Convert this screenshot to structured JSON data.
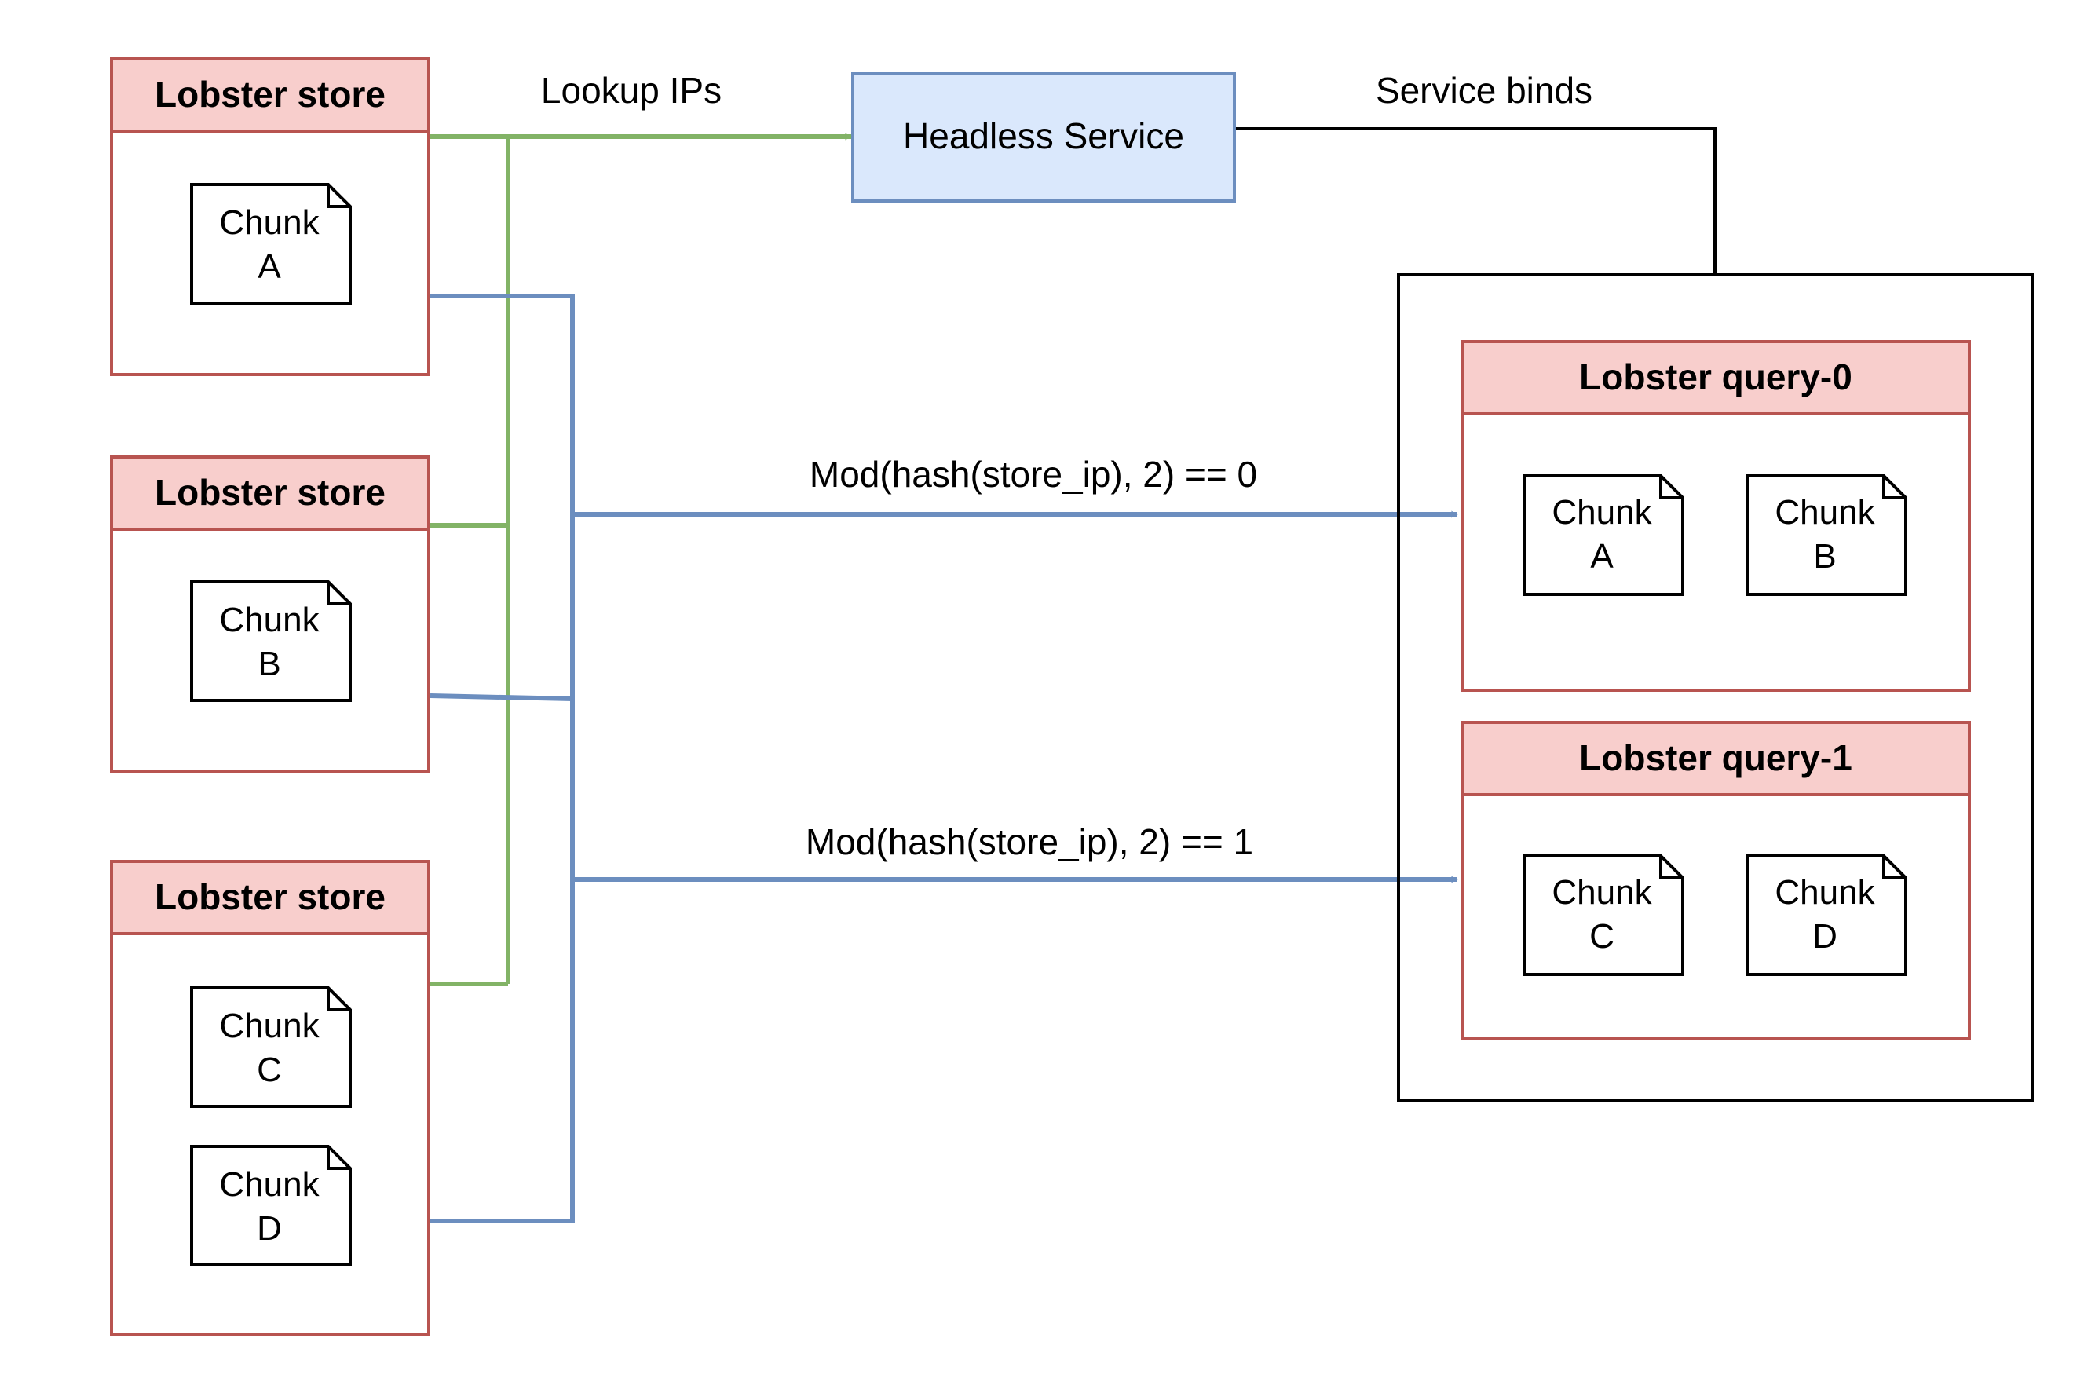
{
  "colors": {
    "store_header_fill": "#f8cecc",
    "store_border": "#b85450",
    "service_fill": "#dae8fc",
    "service_border": "#6c8ebf",
    "green_edge": "#82b366",
    "blue_edge": "#6c8ebf",
    "black": "#000000"
  },
  "stores": [
    {
      "title": "Lobster store",
      "chunks": [
        {
          "word": "Chunk",
          "letter": "A"
        }
      ]
    },
    {
      "title": "Lobster store",
      "chunks": [
        {
          "word": "Chunk",
          "letter": "B"
        }
      ]
    },
    {
      "title": "Lobster store",
      "chunks": [
        {
          "word": "Chunk",
          "letter": "C"
        },
        {
          "word": "Chunk",
          "letter": "D"
        }
      ]
    }
  ],
  "service": {
    "label": "Headless Service"
  },
  "edge_labels": {
    "lookup": "Lookup IPs",
    "binds": "Service binds",
    "mod0": "Mod(hash(store_ip), 2) == 0",
    "mod1": "Mod(hash(store_ip), 2) == 1"
  },
  "queries": [
    {
      "title": "Lobster query-0",
      "chunks": [
        {
          "word": "Chunk",
          "letter": "A"
        },
        {
          "word": "Chunk",
          "letter": "B"
        }
      ]
    },
    {
      "title": "Lobster query-1",
      "chunks": [
        {
          "word": "Chunk",
          "letter": "C"
        },
        {
          "word": "Chunk",
          "letter": "D"
        }
      ]
    }
  ]
}
